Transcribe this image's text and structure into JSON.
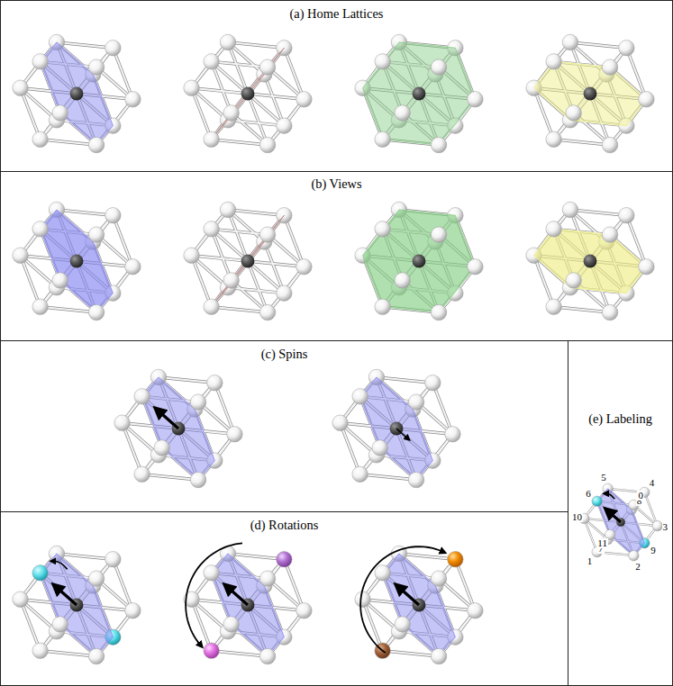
{
  "diagram": {
    "nodes": [
      {
        "text": [
          "(a) Home Lattices"
        ]
      },
      {
        "text": [
          "(b) Views"
        ]
      },
      {
        "text": [
          "(c) Spins"
        ]
      },
      {
        "text": [
          "(d) Rotations"
        ]
      },
      {
        "text": [
          "(e) Labeling"
        ]
      }
    ],
    "labels": [
      "5",
      "4",
      "6",
      "8",
      "0",
      "10",
      "3",
      "7",
      "11",
      "9",
      "1",
      "2"
    ]
  }
}
